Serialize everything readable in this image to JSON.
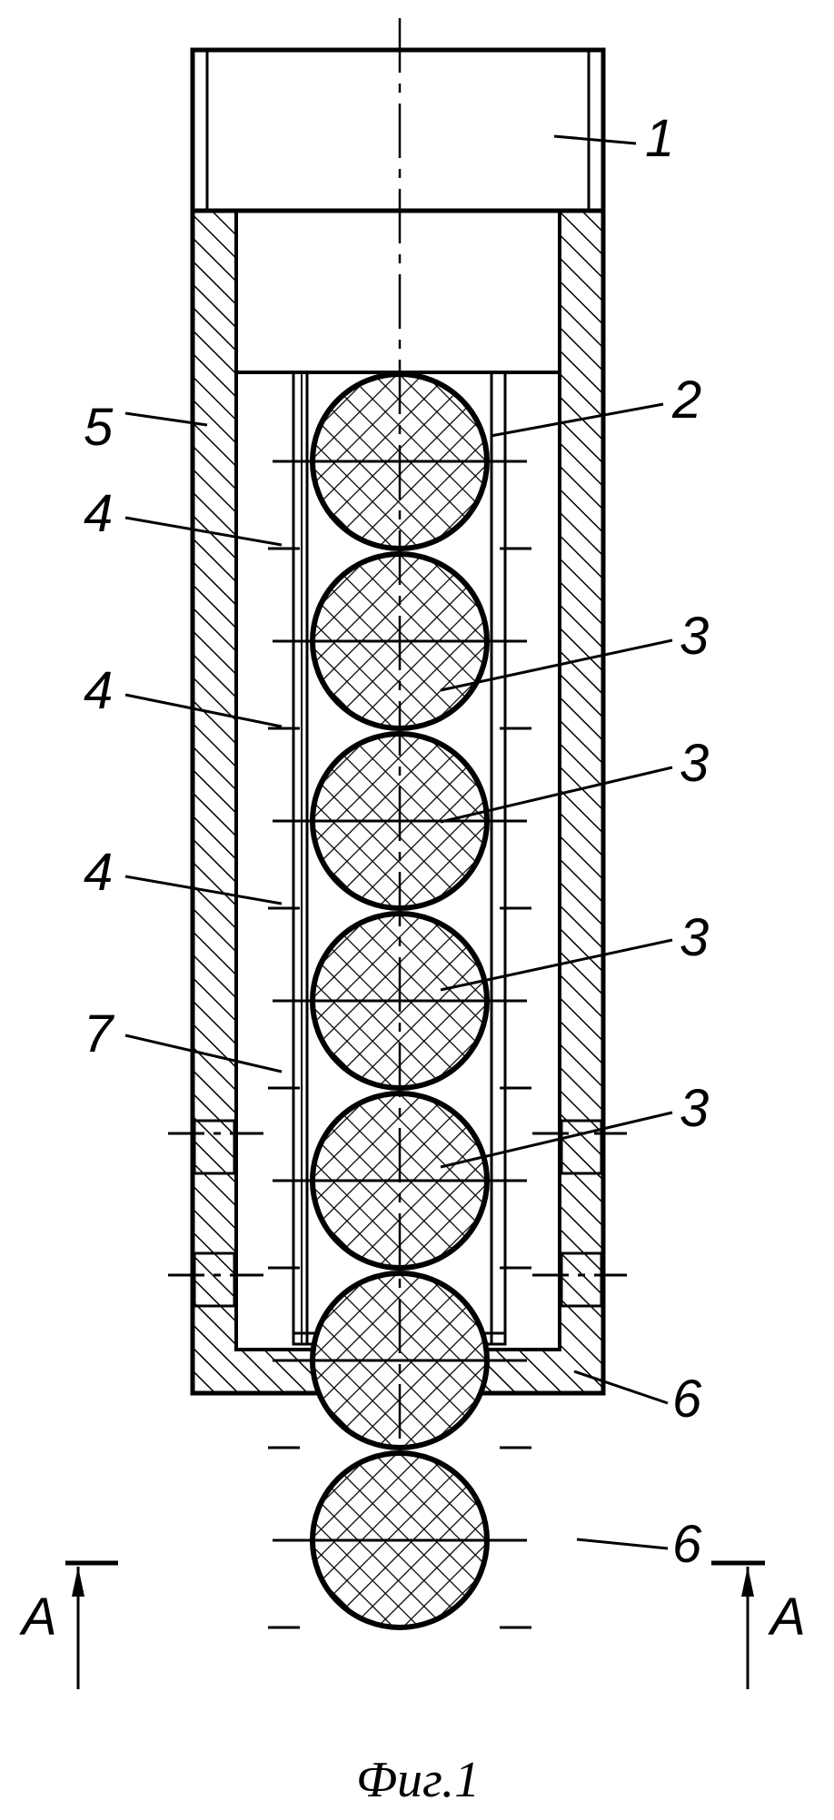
{
  "figure": {
    "caption": "Фиг.1",
    "section_letter": "A",
    "labels": {
      "cap": "1",
      "inner_tube": "2",
      "ball": "3",
      "gap": "4",
      "outer_housing": "5",
      "hole": "6",
      "layer": "7"
    },
    "ball_count": 7,
    "colors": {
      "ink": "#000000",
      "paper": "#ffffff"
    }
  }
}
